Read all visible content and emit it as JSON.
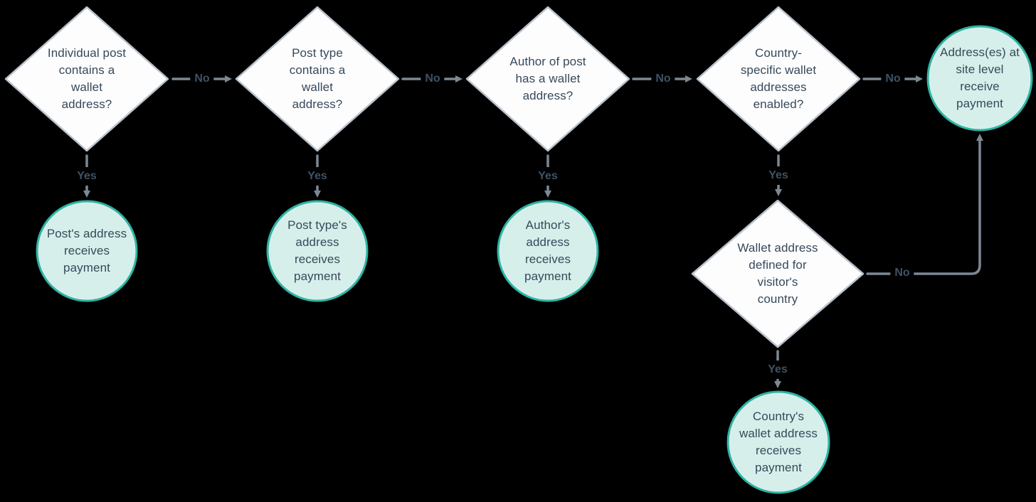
{
  "colors": {
    "background": "#000000",
    "decision_fill": "#FDFDFE",
    "decision_border": "#B9C3CD",
    "outcome_fill": "#D7EFEB",
    "outcome_border": "#2EB3A2",
    "node_text": "#36495A",
    "edge_line": "#7B8995",
    "edge_label_text": "#3E5264"
  },
  "flowchart": {
    "decisions": [
      {
        "id": "individual-post",
        "label": "Individual post\ncontains a\nwallet\naddress?"
      },
      {
        "id": "post-type",
        "label": "Post type\ncontains a\nwallet\naddress?"
      },
      {
        "id": "author",
        "label": "Author of post\nhas a wallet\naddress?"
      },
      {
        "id": "country-enabled",
        "label": "Country-\nspecific wallet\naddresses\nenabled?"
      },
      {
        "id": "country-defined",
        "label": "Wallet address\ndefined for\nvisitor's\ncountry"
      }
    ],
    "outcomes": [
      {
        "id": "post-address",
        "label": "Post's address\nreceives\npayment"
      },
      {
        "id": "post-type-address",
        "label": "Post type's\naddress\nreceives\npayment"
      },
      {
        "id": "author-address",
        "label": "Author's\naddress\nreceives\npayment"
      },
      {
        "id": "site-level-address",
        "label": "Address(es) at\nsite level\nreceive\npayment"
      },
      {
        "id": "country-address",
        "label": "Country's\nwallet address\nreceives\npayment"
      }
    ],
    "edges": [
      {
        "from": "individual-post",
        "to": "post-type",
        "label": "No"
      },
      {
        "from": "individual-post",
        "to": "post-address",
        "label": "Yes"
      },
      {
        "from": "post-type",
        "to": "author",
        "label": "No"
      },
      {
        "from": "post-type",
        "to": "post-type-address",
        "label": "Yes"
      },
      {
        "from": "author",
        "to": "country-enabled",
        "label": "No"
      },
      {
        "from": "author",
        "to": "author-address",
        "label": "Yes"
      },
      {
        "from": "country-enabled",
        "to": "site-level-address",
        "label": "No"
      },
      {
        "from": "country-enabled",
        "to": "country-defined",
        "label": "Yes"
      },
      {
        "from": "country-defined",
        "to": "site-level-address",
        "label": "No"
      },
      {
        "from": "country-defined",
        "to": "country-address",
        "label": "Yes"
      }
    ]
  }
}
